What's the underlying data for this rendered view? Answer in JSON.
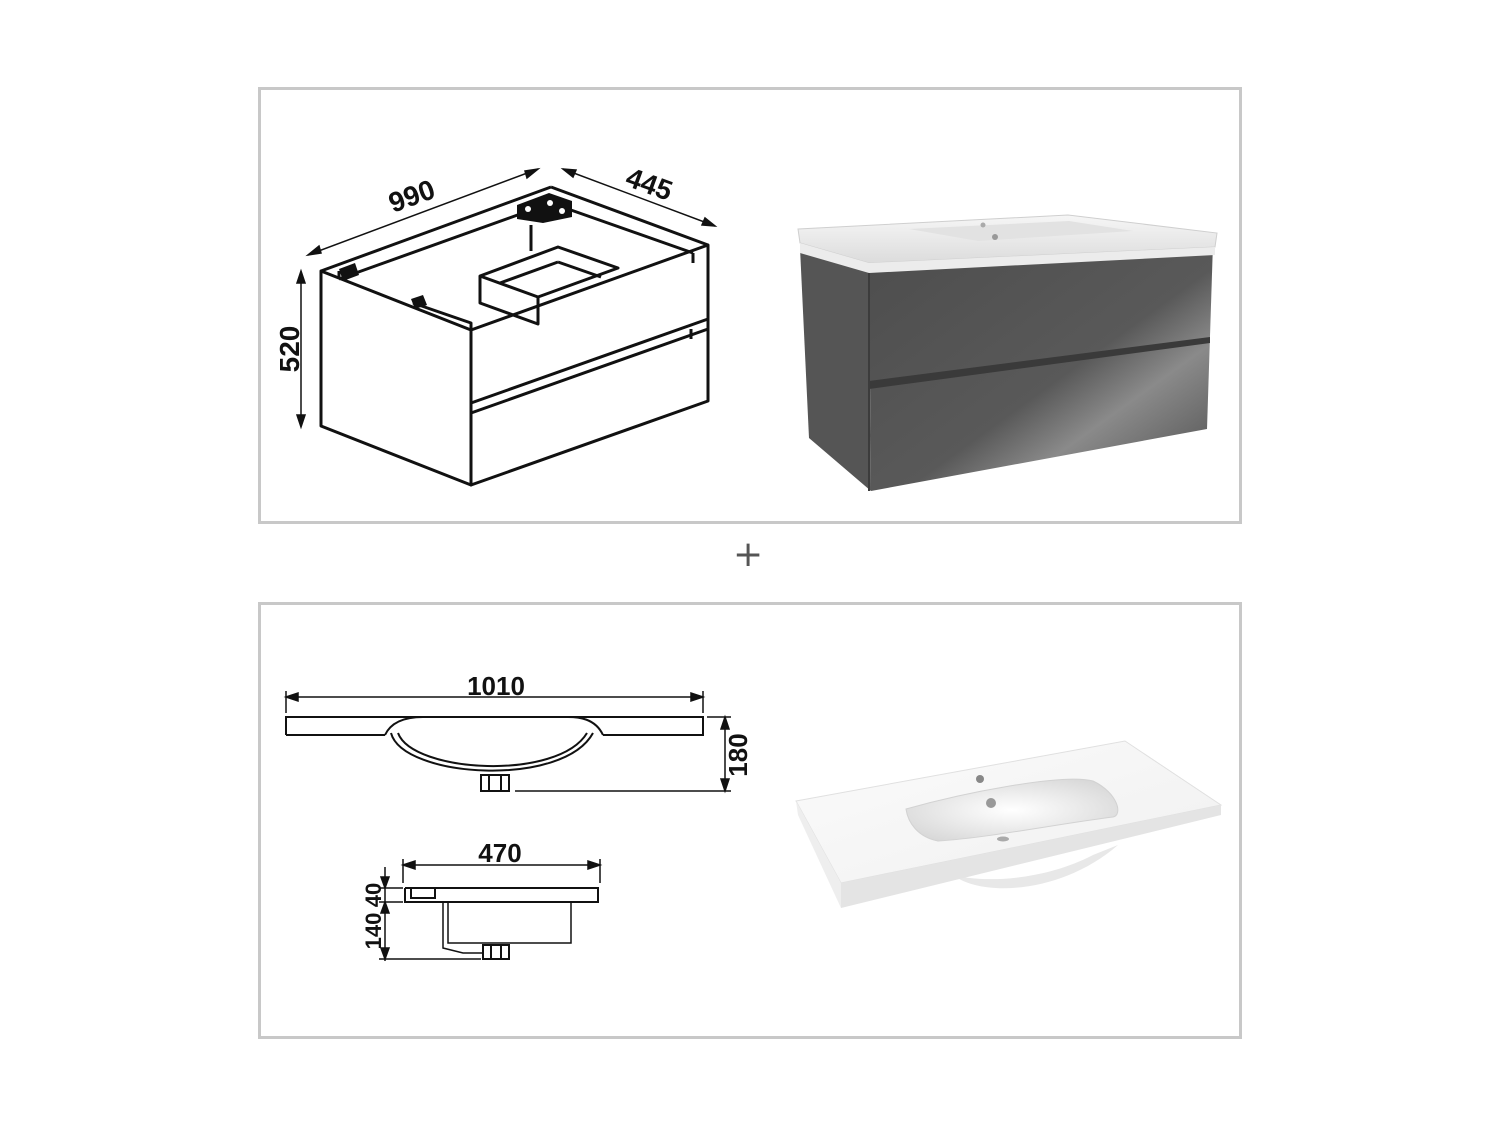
{
  "cabinet": {
    "width": "990",
    "depth": "445",
    "height": "520"
  },
  "connector": "+",
  "basin": {
    "width": "1010",
    "height": "180",
    "depth": "470",
    "rim_thickness": "40",
    "bowl_depth": "140"
  },
  "colors": {
    "panel_border": "#c8c8c8",
    "cabinet_gray": "#5a5a5a",
    "line": "#111111"
  }
}
